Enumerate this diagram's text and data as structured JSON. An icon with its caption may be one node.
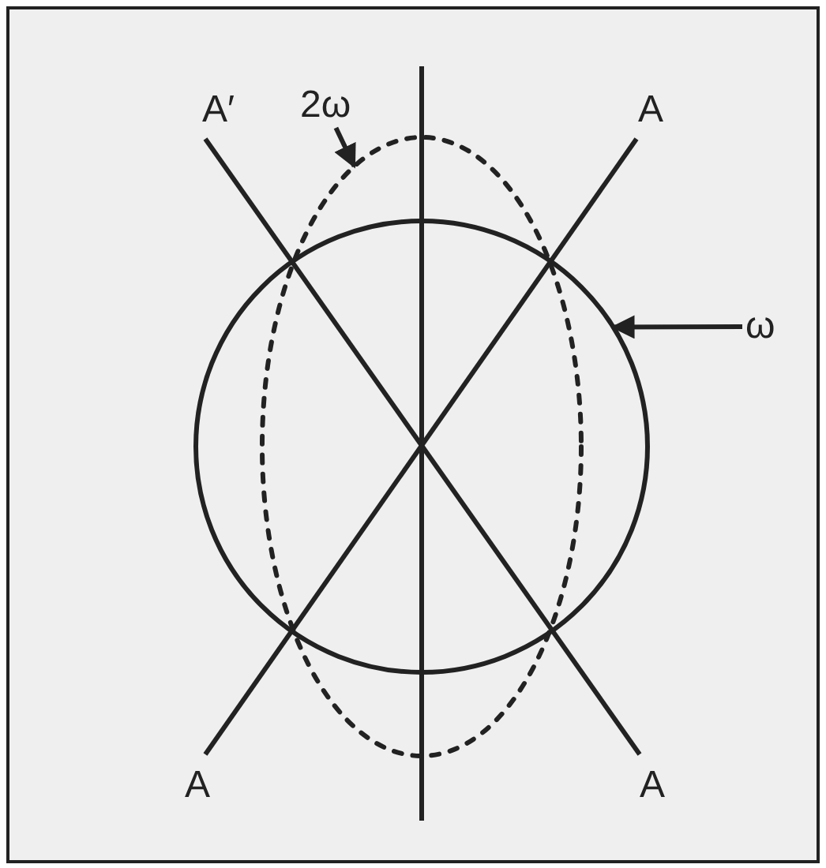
{
  "diagram": {
    "nodes": [
      {
        "text": [
          "2ω"
        ]
      },
      {
        "text": [],
        "shape": "ellipse"
      },
      {
        "text": [
          "ω"
        ]
      },
      {
        "text": [],
        "shape": "circle"
      }
    ],
    "edges": [
      {
        "from": 0,
        "to": 1,
        "arrow": "to"
      },
      {
        "from": 2,
        "to": 3,
        "arrow": "to"
      }
    ],
    "labels": [
      "A′",
      "A",
      "A",
      "A"
    ]
  }
}
